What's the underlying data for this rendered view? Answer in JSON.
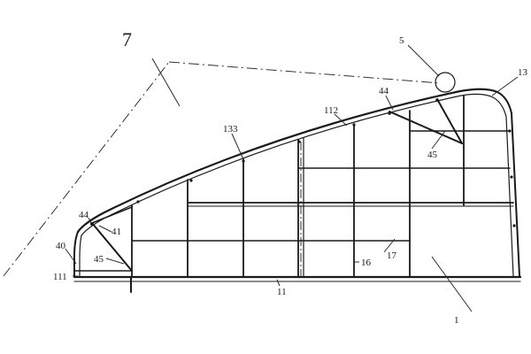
{
  "figure": {
    "labels": {
      "l7": "7",
      "l5": "5",
      "l13": "13",
      "l44a": "44",
      "l44b": "44",
      "l112": "112",
      "l133": "133",
      "l45a": "45",
      "l45b": "45",
      "l41": "41",
      "l40": "40",
      "l111": "111",
      "l16": "16",
      "l17": "17",
      "l11": "11",
      "l1": "1"
    }
  }
}
